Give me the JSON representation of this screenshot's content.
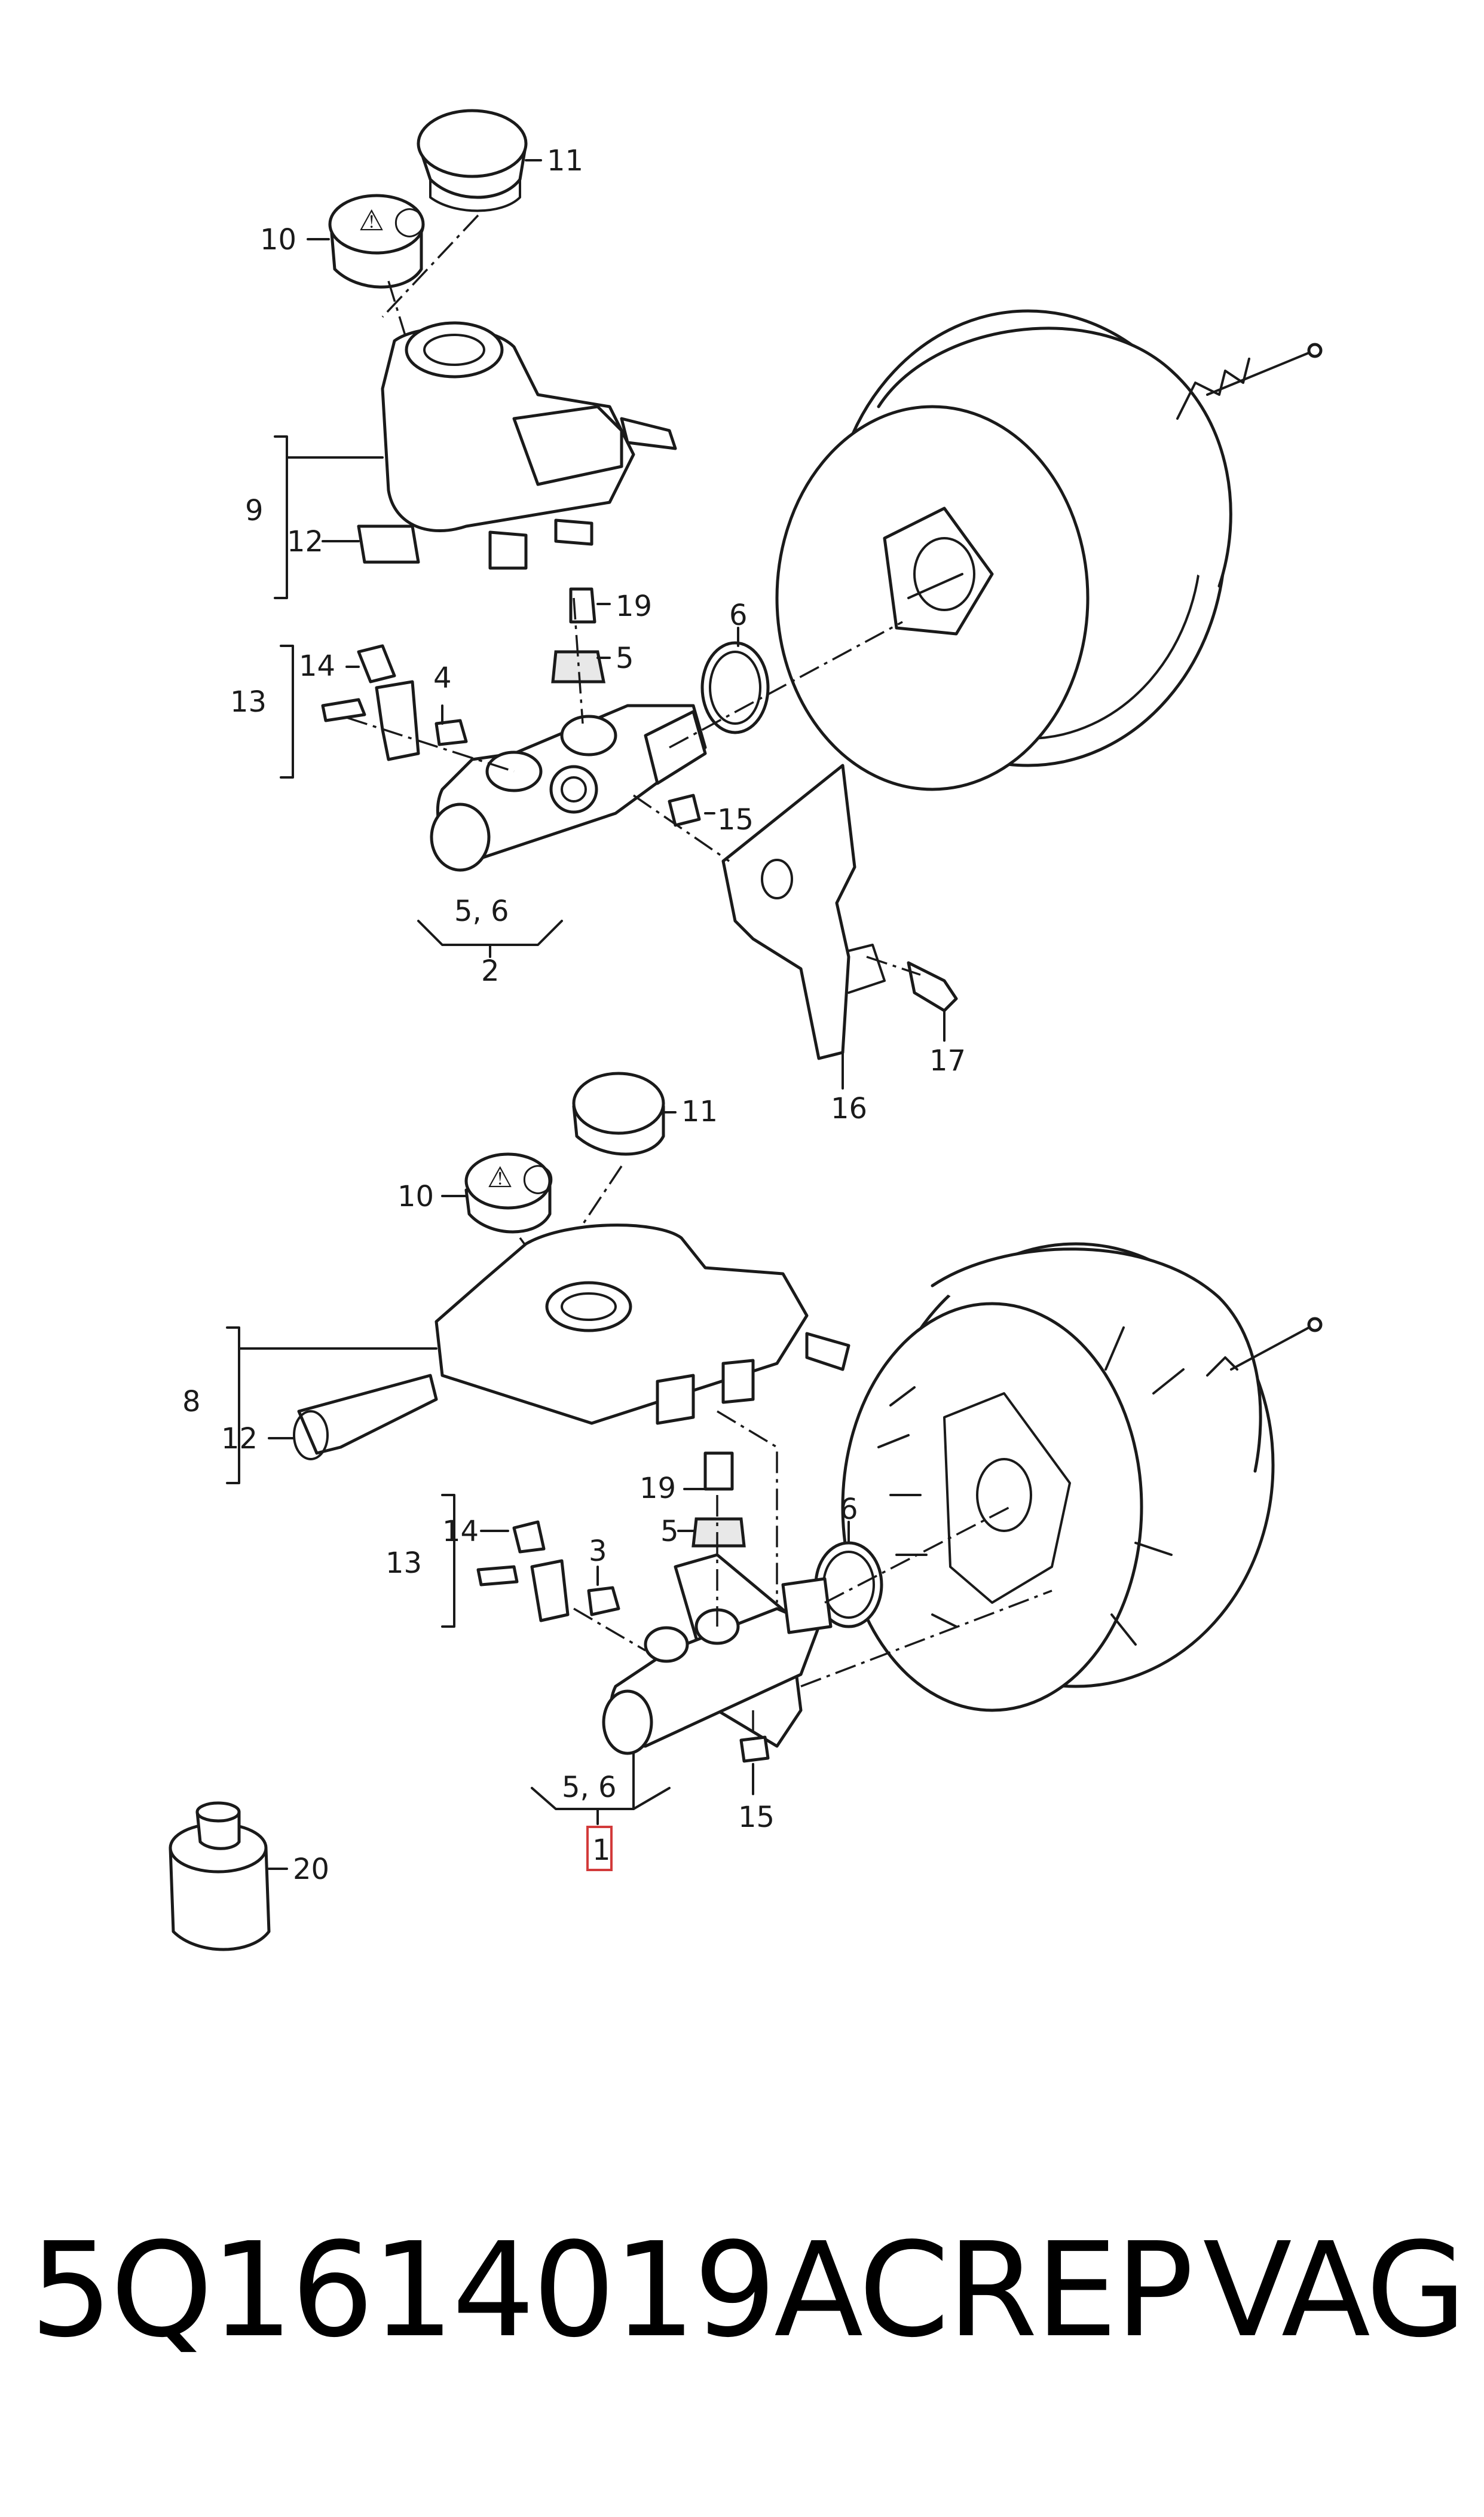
{
  "callouts": {
    "top": {
      "c11": "11",
      "c10": "10",
      "c9": "9",
      "c12": "12",
      "c19": "19",
      "c6": "6",
      "c5": "5",
      "c14": "14",
      "c4": "4",
      "c13": "13",
      "c15": "15",
      "c56": "5, 6",
      "c2": "2",
      "c17": "17",
      "c16": "16"
    },
    "bottom": {
      "c11": "11",
      "c10": "10",
      "c8": "8",
      "c12": "12",
      "c19": "19",
      "c6": "6",
      "c5": "5",
      "c14": "14",
      "c3": "3",
      "c13": "13",
      "c56": "5, 6",
      "c1": "1",
      "c15": "15",
      "c20": "20"
    }
  },
  "highlighted_callout": "1",
  "caption": {
    "part_number": "5Q1614019ACREP",
    "brand": "VAG"
  },
  "colors": {
    "line": "#1a1a1a",
    "highlight": "#d23a3a",
    "background": "#ffffff"
  }
}
